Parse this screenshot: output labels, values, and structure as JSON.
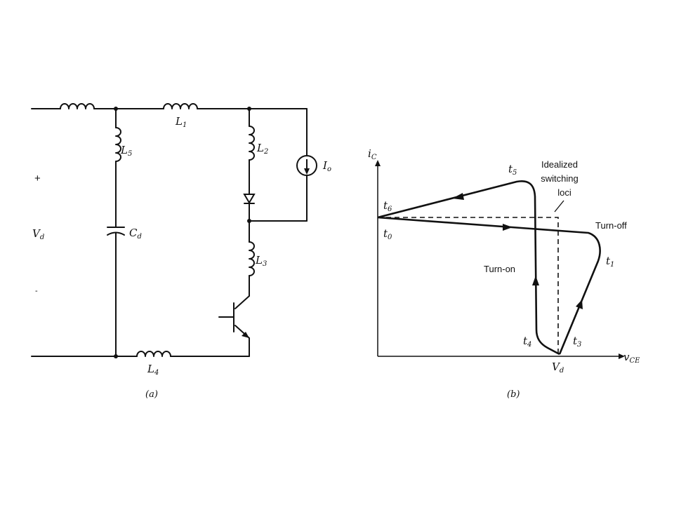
{
  "circuit": {
    "labels": {
      "L1": "1",
      "L2": "2",
      "L3": "3",
      "L4": "4",
      "L5": "5",
      "Cd": "d",
      "Io": "o",
      "Vd": "d"
    },
    "plus": "+",
    "minus": "-",
    "caption": "(a)"
  },
  "plot": {
    "y_axis_label": "i",
    "y_axis_sub": "C",
    "x_axis_label": "v",
    "x_axis_sub": "CE",
    "vd_label": "V",
    "vd_sub": "d",
    "points": {
      "t0": "0",
      "t1": "1",
      "t3": "3",
      "t4": "4",
      "t5": "5",
      "t6": "6"
    },
    "annotation": [
      "Idealized",
      "switching",
      "loci"
    ],
    "turn_off": "Turn-off",
    "turn_on": "Turn-on",
    "caption": "(b)"
  }
}
